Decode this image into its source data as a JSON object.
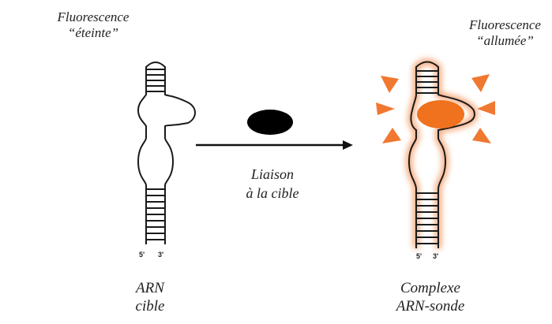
{
  "left_label": {
    "line1": "Fluorescence",
    "line2": "“éteinte”"
  },
  "right_label": {
    "line1": "Fluorescence",
    "line2": "“allumée”"
  },
  "arrow_label": {
    "line1": "Liaison",
    "line2": "à la cible"
  },
  "left_caption": {
    "line1": "ARN",
    "line2": "cible"
  },
  "right_caption": {
    "line1": "Complexe",
    "line2": "ARN-sonde"
  },
  "left_ends": {
    "five": "5'",
    "three": "3'"
  },
  "right_ends": {
    "five": "5'",
    "three": "3'"
  },
  "colors": {
    "stroke": "#1a1a1a",
    "glow": "#f07830",
    "probe_on": "#f0721e",
    "probe_off": "#000000"
  }
}
